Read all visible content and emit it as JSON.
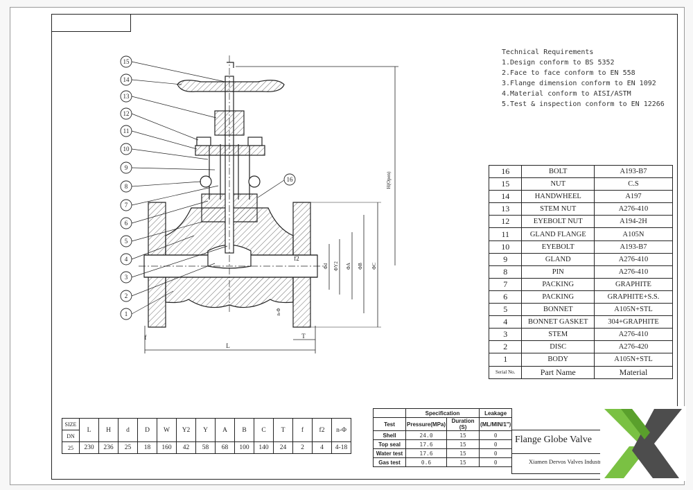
{
  "technical_requirements": {
    "heading": "Technical Requirements",
    "items": [
      "1.Design conform to BS 5352",
      "2.Face to face conform to EN 558",
      "3.Flange dimension conform to EN 1092",
      "4.Material conform to AISI/ASTM",
      "5.Test & inspection conform to EN 12266"
    ]
  },
  "parts_list": {
    "rows": [
      {
        "no": "16",
        "name": "BOLT",
        "material": "A193-B7"
      },
      {
        "no": "15",
        "name": "NUT",
        "material": "C.S"
      },
      {
        "no": "14",
        "name": "HANDWHEEL",
        "material": "A197"
      },
      {
        "no": "13",
        "name": "STEM NUT",
        "material": "A276-410"
      },
      {
        "no": "12",
        "name": "EYEBOLT NUT",
        "material": "A194-2H"
      },
      {
        "no": "11",
        "name": "GLAND FLANGE",
        "material": "A105N"
      },
      {
        "no": "10",
        "name": "EYEBOLT",
        "material": "A193-B7"
      },
      {
        "no": "9",
        "name": "GLAND",
        "material": "A276-410"
      },
      {
        "no": "8",
        "name": "PIN",
        "material": "A276-410"
      },
      {
        "no": "7",
        "name": "PACKING",
        "material": "GRAPHITE"
      },
      {
        "no": "6",
        "name": "PACKING",
        "material": "GRAPHITE+S.S."
      },
      {
        "no": "5",
        "name": "BONNET",
        "material": "A105N+STL"
      },
      {
        "no": "4",
        "name": "BONNET GASKET",
        "material": "304+GRAPHITE"
      },
      {
        "no": "3",
        "name": "STEM",
        "material": "A276-410"
      },
      {
        "no": "2",
        "name": "DISC",
        "material": "A276-420"
      },
      {
        "no": "1",
        "name": "BODY",
        "material": "A105N+STL"
      }
    ],
    "header": {
      "no": "Serial No.",
      "name": "Part Name",
      "material": "Material"
    }
  },
  "dimension_table": {
    "size_label": "SIZE",
    "dn_label": "DN",
    "columns": [
      "L",
      "H",
      "d",
      "D",
      "W",
      "Y2",
      "Y",
      "A",
      "B",
      "C",
      "T",
      "f",
      "f2",
      "n-Φ"
    ],
    "row": [
      "25",
      "230",
      "236",
      "25",
      "18",
      "160",
      "42",
      "58",
      "68",
      "100",
      "140",
      "24",
      "2",
      "4",
      "4-18"
    ]
  },
  "specification_table": {
    "group_spec": "Specification",
    "group_leak": "Leakage",
    "headers": [
      "Test",
      "Pressure(MPa)",
      "Duration (S)",
      "(ML/MIN/1\")"
    ],
    "rows": [
      {
        "test": "Shell",
        "pressure": "24.0",
        "duration": "15",
        "leak": "0"
      },
      {
        "test": "Top seal",
        "pressure": "17.6",
        "duration": "15",
        "leak": "0"
      },
      {
        "test": "Water test",
        "pressure": "17.6",
        "duration": "15",
        "leak": "0"
      },
      {
        "test": "Gas test",
        "pressure": "0.6",
        "duration": "15",
        "leak": "0"
      }
    ]
  },
  "title_block": {
    "title": "Flange Globe Valve",
    "company": "Xiamen Dervos Valves Industr"
  },
  "drawing": {
    "callouts": [
      "15",
      "14",
      "13",
      "12",
      "11",
      "10",
      "9",
      "8",
      "7",
      "6",
      "5",
      "4",
      "3",
      "2",
      "1",
      "16"
    ],
    "dim_labels": {
      "H": "H(Open)",
      "L": "L",
      "T": "T",
      "f": "f",
      "f2": "f2",
      "d": "Φd",
      "Y2": "ΦY2",
      "A": "ΦA",
      "B": "ΦB",
      "C": "ΦC",
      "n": "n-Φ"
    }
  },
  "colors": {
    "line": "#222222",
    "hatch": "#444444",
    "logo_green": "#7ac143",
    "logo_grey": "#4d4d4d"
  },
  "logo_icon": "dervos-x-logo-icon"
}
